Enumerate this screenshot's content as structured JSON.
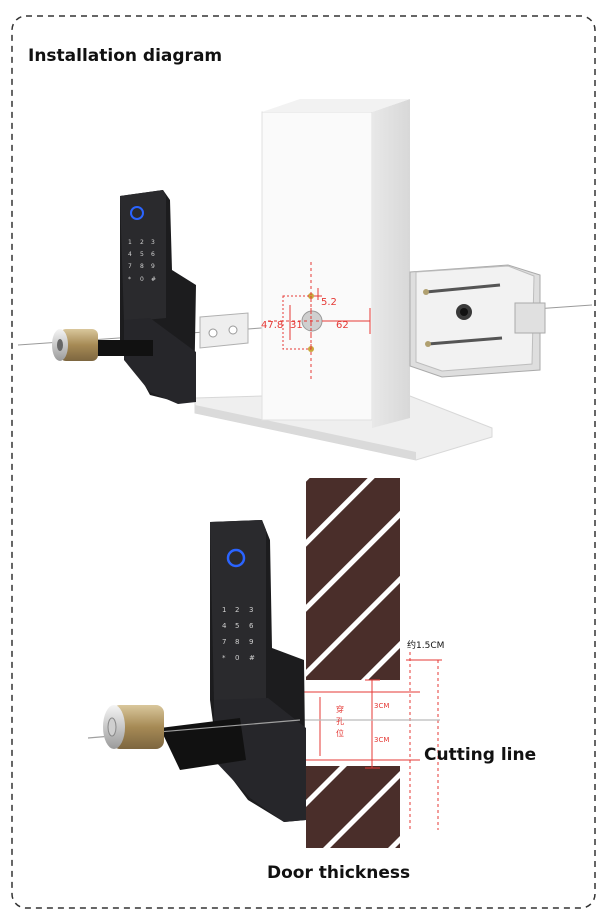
{
  "title": "Installation diagram",
  "top_diagram": {
    "dimensions": {
      "d1": "5.2",
      "d2": "47.8",
      "d3": "31",
      "d4": "62"
    }
  },
  "bottom_diagram": {
    "approx_label": "约1.5CM",
    "cm_upper": "3CM",
    "cm_lower": "3CM",
    "hole_text": [
      "穿",
      "孔",
      "位"
    ],
    "cutting_line": "Cutting line",
    "door_thickness": "Door thickness"
  },
  "colors": {
    "accent_red": "#e53935",
    "door_brown": "#4a2e2a",
    "lock_black": "#1c1c1e",
    "brass": "#b39b6c"
  }
}
